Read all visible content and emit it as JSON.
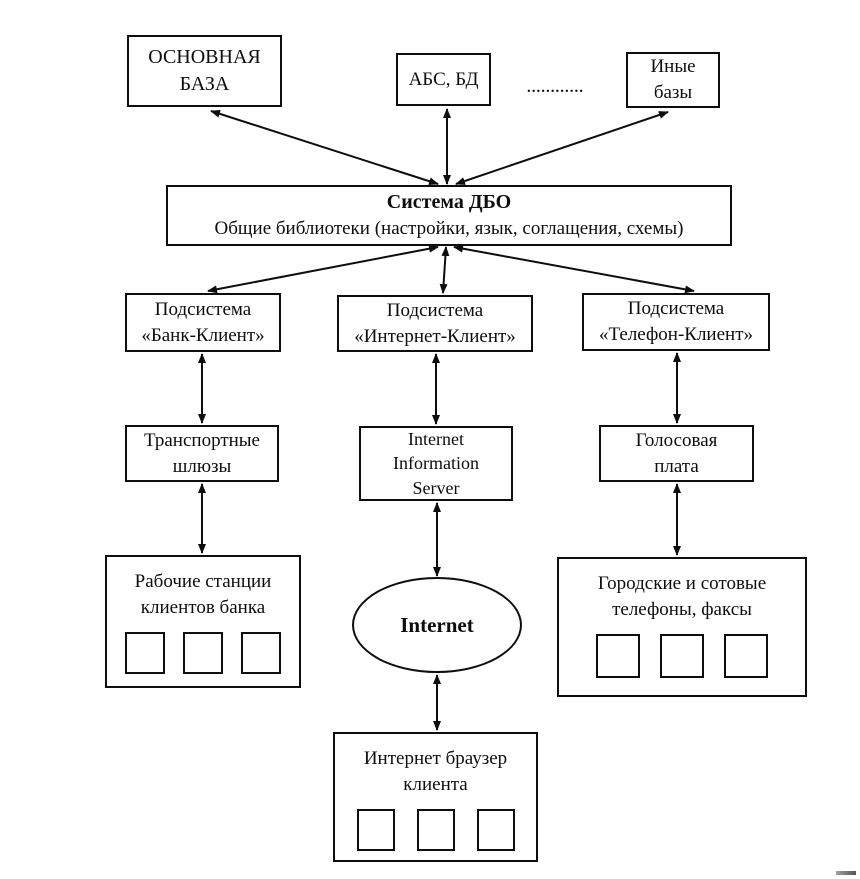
{
  "diagram": {
    "nodes": {
      "main_db": {
        "lines": [
          "ОСНОВНАЯ",
          "БАЗА"
        ]
      },
      "abs_db": {
        "lines": [
          "АБС, БД"
        ]
      },
      "other_db": {
        "lines": [
          "Иные",
          "базы"
        ]
      },
      "dbo": {
        "title": "Система ДБО",
        "subtitle": "Общие библиотеки (настройки, язык, соглащения, схемы)"
      },
      "sub_bank": {
        "lines": [
          "Подсистема",
          "«Банк-Клиент»"
        ]
      },
      "sub_internet": {
        "lines": [
          "Подсистема",
          "«Интернет-Клиент»"
        ]
      },
      "sub_phone": {
        "lines": [
          "Подсистема",
          "«Телефон-Клиент»"
        ]
      },
      "transport": {
        "lines": [
          "Транспортные",
          "шлюзы"
        ]
      },
      "iis": {
        "lines": [
          "Internet",
          "Information",
          "Server"
        ]
      },
      "voice_board": {
        "lines": [
          "Голосовая",
          "плата"
        ]
      },
      "workstations": {
        "lines": [
          "Рабочие станции",
          "клиентов банка"
        ]
      },
      "internet_cloud": {
        "label": "Internet"
      },
      "phones": {
        "lines": [
          "Городские и сотовые",
          "телефоны, факсы"
        ]
      },
      "browser": {
        "lines": [
          "Интернет браузер",
          "клиента"
        ]
      }
    },
    "separator_dots": "............",
    "colors": {
      "ink": "#0d0d0d",
      "background": "#ffffff"
    }
  }
}
